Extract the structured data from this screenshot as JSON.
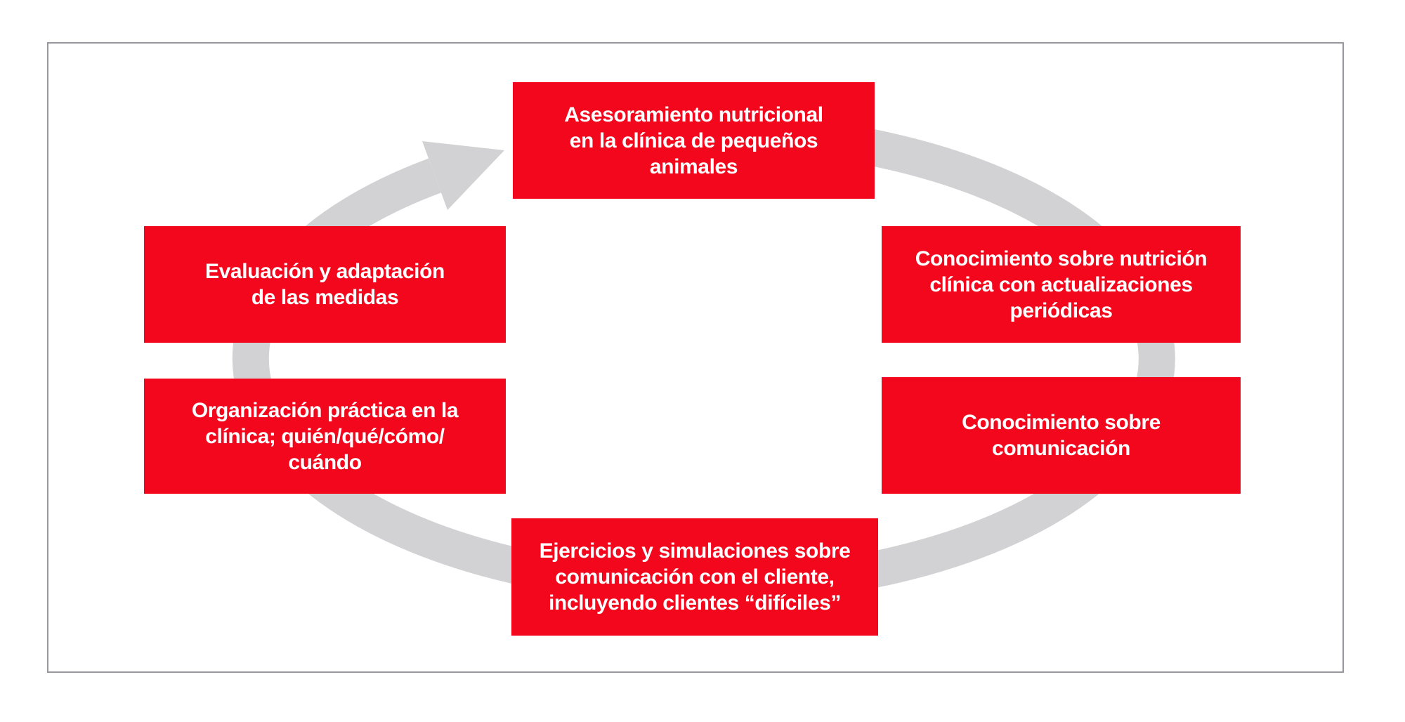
{
  "diagram": {
    "type": "cycle",
    "direction": "clockwise",
    "colors": {
      "node_fill": "#f3071d",
      "node_text": "#ffffff",
      "arrow": "#d2d2d4",
      "frame_border": "#97979d",
      "background": "#ffffff"
    },
    "nodes": [
      {
        "id": "top",
        "text": "Asesoramiento nutricional\nen la clínica de pequeños\nanimales"
      },
      {
        "id": "right-upper",
        "text": "Conocimiento sobre nutrición\nclínica con actualizaciones\nperiódicas"
      },
      {
        "id": "right-lower",
        "text": "Conocimiento sobre\ncomunicación"
      },
      {
        "id": "bottom",
        "text": "Ejercicios y simulaciones sobre\ncomunicación con el cliente,\nincluyendo clientes “difíciles”"
      },
      {
        "id": "left-lower",
        "text": "Organización práctica en la\nclínica; quién/qué/cómo/\ncuándo"
      },
      {
        "id": "left-upper",
        "text": "Evaluación y adaptación\nde las medidas"
      }
    ]
  }
}
